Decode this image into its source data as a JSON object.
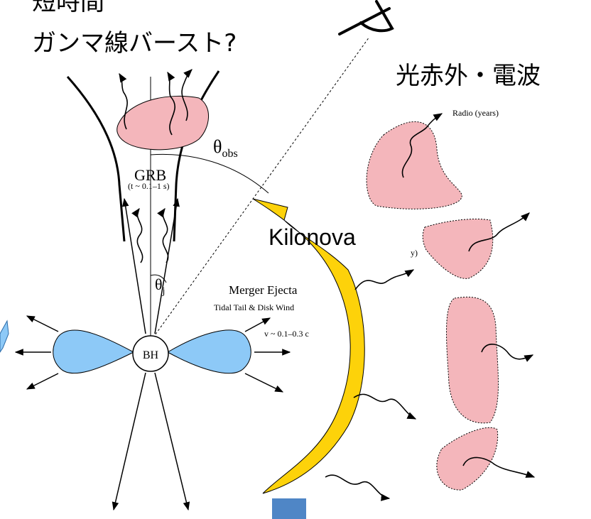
{
  "captions": {
    "top_line1": "短時間",
    "top_line2": "ガンマ線バースト?",
    "optical_ir_radio": "光赤外・電波",
    "kilonova": "Kilonova"
  },
  "figure": {
    "radio_label": "Radio (years)",
    "partial_label": "y)",
    "theta_obs": "θ",
    "theta_obs_sub": "obs",
    "grb_title": "GRB",
    "grb_time": "(t ~ 0.1–1 s)",
    "theta_j": "θ",
    "theta_j_sub": "j",
    "ejecta_title": "Merger Ejecta",
    "ejecta_subtitle": "Tidal Tail & Disk Wind",
    "ejecta_velocity": "v ~ 0.1–0.3 c",
    "bh": "BH"
  },
  "colors": {
    "pink": "#f4b6bb",
    "blue": "#8dc9f7",
    "yellow": "#fdd20a",
    "slide_blue": "#4f86c6"
  }
}
